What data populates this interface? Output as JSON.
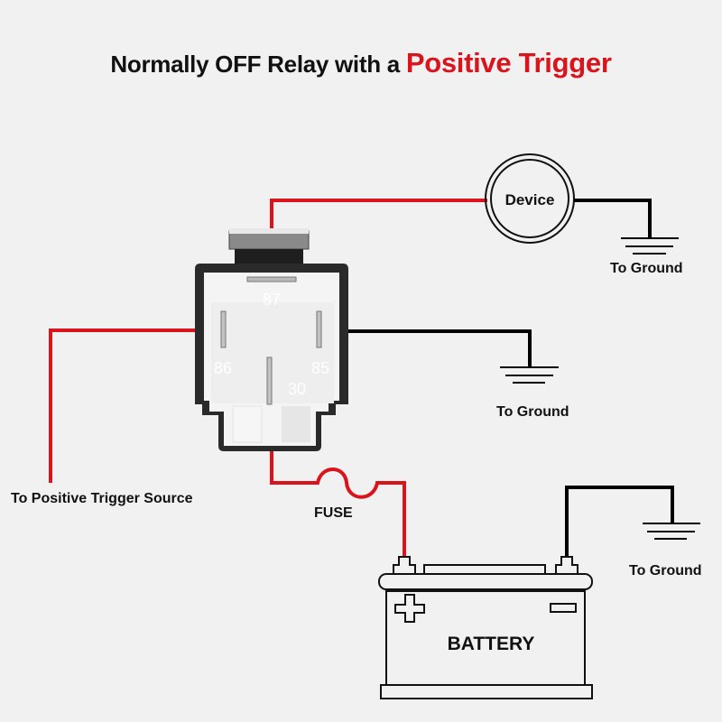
{
  "title": {
    "prefix": "Normally OFF Relay with a",
    "accent": "Positive Trigger",
    "accent_color": "#d9141c"
  },
  "relay": {
    "pins": [
      "87",
      "86",
      "85",
      "30"
    ]
  },
  "components": {
    "device": "Device",
    "fuse": "FUSE",
    "battery": "BATTERY"
  },
  "labels": {
    "ground_device": "To Ground",
    "ground_relay": "To Ground",
    "ground_battery": "To Ground",
    "trigger_source": "To Positive Trigger Source"
  },
  "colors": {
    "positive_wire": "#d9141c",
    "ground_wire": "#000000",
    "background": "#f1f1f1"
  }
}
